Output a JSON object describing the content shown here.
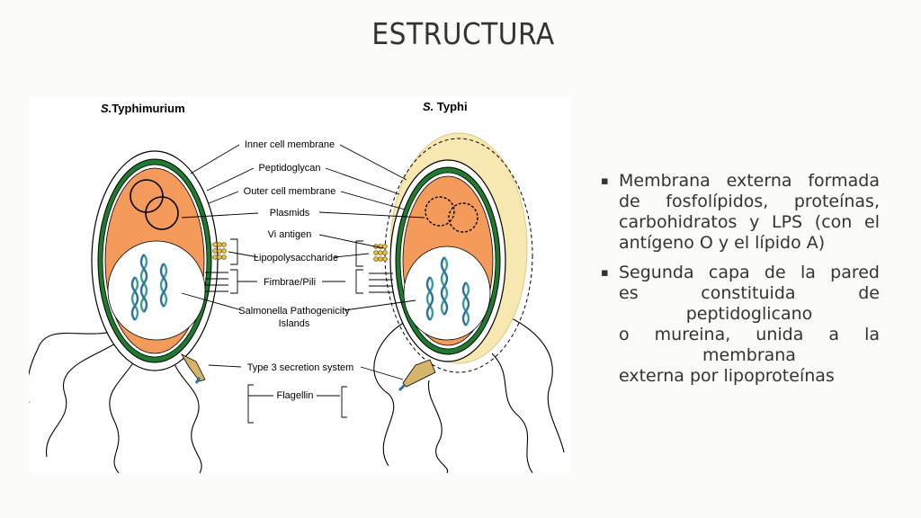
{
  "slide": {
    "title": "ESTRUCTURA"
  },
  "figure": {
    "left_label": "S.Typhimurium",
    "left_label_prefix": "S.",
    "left_label_suffix": "Typhimurium",
    "right_label": "S. Typhi",
    "right_label_prefix": "S.",
    "right_label_suffix": " Typhi",
    "labels": [
      "Inner cell membrane",
      "Peptidoglycan",
      "Outer cell membrane",
      "Plasmids",
      "Vi antigen",
      "Lipopolysaccharide",
      "Fimbrae/Pili",
      "Salmonella Pathogenicity",
      "Islands",
      "Type 3 secretion system",
      "Flagellin"
    ],
    "colors": {
      "cytoplasm": "#f49b5b",
      "membrane": "#1e7b2f",
      "capsule": "#f7e7b0",
      "nucleoid": "#ffffff",
      "dna": "#3aa08c"
    }
  },
  "bullets": [
    {
      "icon": "square-bullet-icon",
      "text": "Membrana externa formada de fosfolípidos, proteínas, carbohidratos y LPS (con el antígeno O y el lípido A)"
    },
    {
      "icon": "square-bullet-icon",
      "lines": [
        "Segunda capa de la pared",
        "es constituida de",
        "peptidoglicano",
        "o mureina, unida a la",
        "membrana",
        "externa por lipoproteínas"
      ]
    }
  ]
}
